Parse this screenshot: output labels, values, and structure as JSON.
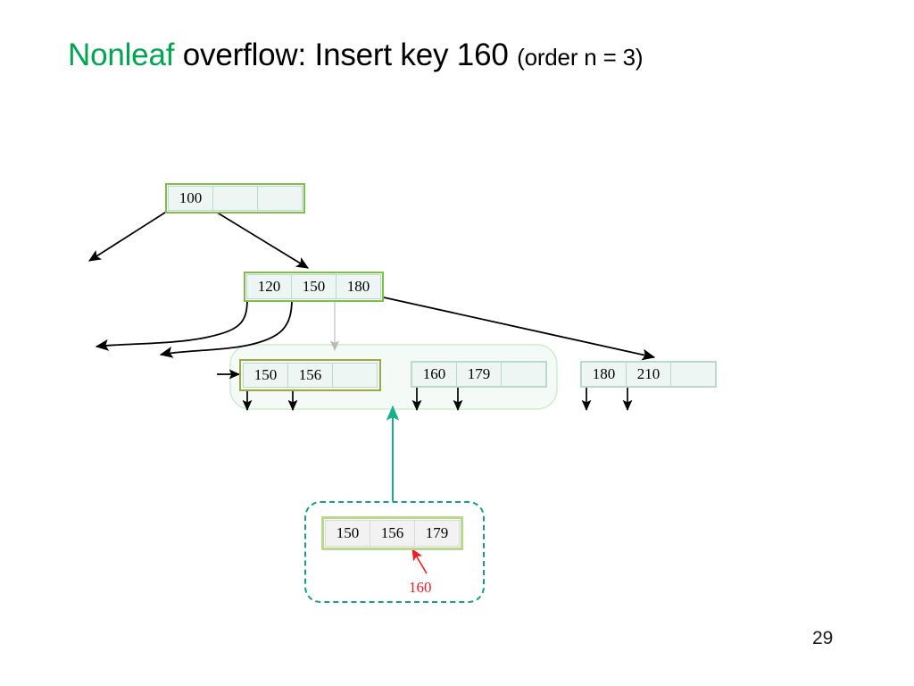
{
  "slide": {
    "title_keyword": "Nonleaf",
    "title_main": " overflow: Insert key 160 ",
    "title_sub": "(order n = 3)",
    "page_number": "29",
    "accent_green": "#00a550",
    "node_green": "#7cc242",
    "node_olive": "#9aa84a",
    "node_fill": "#eef6f3",
    "callout_teal": "#179d8c",
    "insert_red": "#ee1c25"
  },
  "tree": {
    "root": {
      "name": "root-node",
      "cells": [
        "100",
        "",
        ""
      ]
    },
    "internal": {
      "name": "internal-node",
      "cells": [
        "120",
        "150",
        "180"
      ]
    },
    "leaves": [
      {
        "name": "leaf-node-1",
        "cells": [
          "150",
          "156",
          ""
        ]
      },
      {
        "name": "leaf-node-2",
        "cells": [
          "160",
          "179",
          ""
        ]
      },
      {
        "name": "leaf-node-3",
        "cells": [
          "180",
          "210",
          ""
        ]
      }
    ]
  },
  "callout": {
    "split_preview": {
      "name": "split-preview-node",
      "cells": [
        "150",
        "156",
        "179"
      ]
    },
    "insert_key_label": "160"
  }
}
